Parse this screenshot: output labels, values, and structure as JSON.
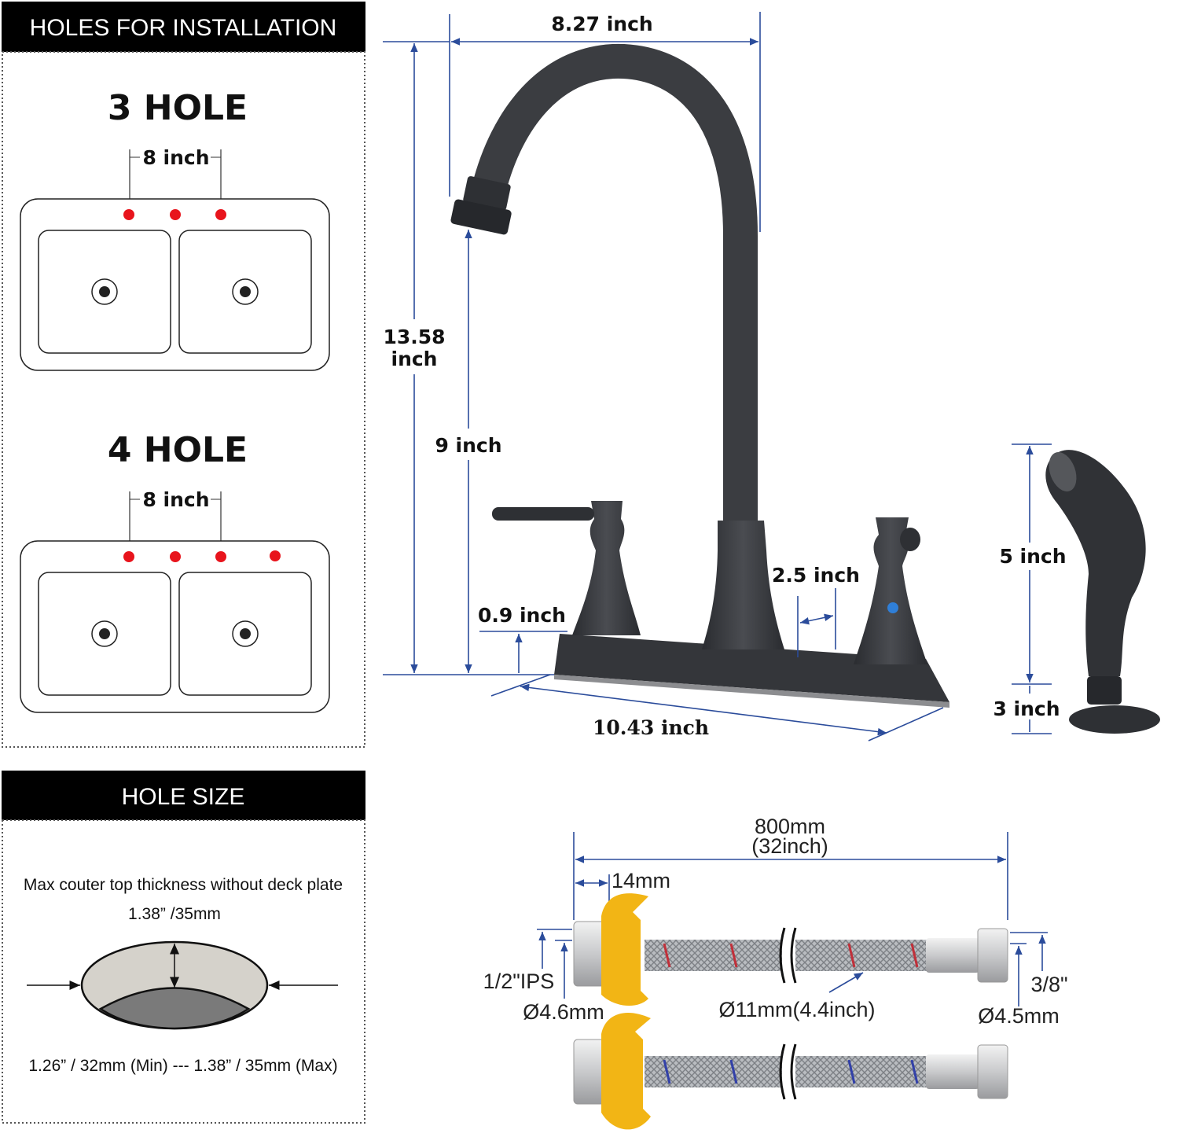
{
  "installation_panel": {
    "header": "HOLES FOR INSTALLATION",
    "three_hole": {
      "title": "3  HOLE",
      "spacing": "8 inch",
      "hole_count": 3
    },
    "four_hole": {
      "title": "4  HOLE",
      "spacing": "8 inch",
      "hole_count": 4
    }
  },
  "hole_size_panel": {
    "header": "HOLE SIZE",
    "caption": "Max couter top thickness without deck plate",
    "thickness": "1.38” /35mm",
    "range": "1.26” / 32mm (Min) --- 1.38” / 35mm (Max)"
  },
  "faucet_dimensions": {
    "spout_reach": "8.27 inch",
    "total_height_value": "13.58",
    "total_height_unit": "inch",
    "spout_height": "9 inch",
    "handle_base": "0.9 inch",
    "handle_gap": "2.5 inch",
    "deck_length": "10.43  inch"
  },
  "sprayer_dimensions": {
    "head": "5 inch",
    "base": "3 inch"
  },
  "hose_dimensions": {
    "length_mm": "800mm",
    "length_inch": "(32inch)",
    "nut_width": "14mm",
    "inlet_thread": "1/2\"IPS",
    "inlet_bore": "Ø4.6mm",
    "hose_diameter": "Ø11mm(4.4inch)",
    "outlet_thread": "3/8\"",
    "outlet_bore": "Ø4.5mm"
  },
  "colors": {
    "dimension_line": "#2b4c9b",
    "hole_marker": "#e8141c",
    "faucet_finish": "#3b3d41",
    "coupling": "#f2b515"
  }
}
